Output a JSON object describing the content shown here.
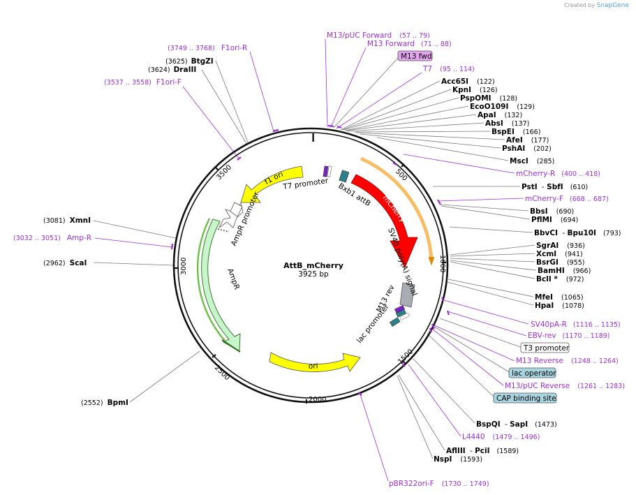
{
  "watermark": {
    "prefix": "Created by",
    "brand": "SnapGene"
  },
  "plasmid": {
    "name": "AttB_mCherry",
    "length_text": "3925 bp",
    "length": 3925
  },
  "ticks": [
    "500",
    "1000",
    "1500",
    "2000",
    "2500",
    "3000",
    "3500"
  ],
  "features": {
    "f1_ori": "f1 ori",
    "t7_promoter": "T7 promoter",
    "bxb1_attb": "Bxb1 attB",
    "mcherry": "mCherry",
    "sv40_polya": "SV40 poly(A) signal",
    "ampr_promoter": "AmpR promoter",
    "ampr": "AmpR",
    "ori": "ori",
    "m13_rev": "M13 rev",
    "lac_promoter": "lac promoter"
  },
  "sites": {
    "btgzi": {
      "name": "BtgZI",
      "pos": "(3625)"
    },
    "draiii": {
      "name": "DraIII",
      "pos": "(3624)"
    },
    "acc65i": {
      "name": "Acc65I",
      "pos": "(122)"
    },
    "kpni": {
      "name": "KpnI",
      "pos": "(126)"
    },
    "pspomi": {
      "name": "PspOMI",
      "pos": "(128)"
    },
    "eco0109i": {
      "name": "EcoO109I",
      "pos": "(129)"
    },
    "apai": {
      "name": "ApaI",
      "pos": "(132)"
    },
    "absi": {
      "name": "AbsI",
      "pos": "(137)"
    },
    "bspei": {
      "name": "BspEI",
      "pos": "(166)"
    },
    "afei": {
      "name": "AfeI",
      "pos": "(177)"
    },
    "pshai": {
      "name": "PshAI",
      "pos": "(202)"
    },
    "msci": {
      "name": "MscI",
      "pos": "(285)"
    },
    "psti": {
      "name": "PstI",
      "sep": " - ",
      "name2": "SbfI",
      "pos": "(610)"
    },
    "bbsi": {
      "name": "BbsI",
      "pos": "(690)"
    },
    "pflmi": {
      "name": "PflMI",
      "pos": "(694)"
    },
    "bbvci": {
      "name": "BbvCI",
      "sep": " - ",
      "name2": "Bpu10I",
      "pos": "(793)"
    },
    "sgrai": {
      "name": "SgrAI",
      "pos": "(936)"
    },
    "xcmi": {
      "name": "XcmI",
      "pos": "(941)"
    },
    "bsrgi": {
      "name": "BsrGI",
      "pos": "(955)"
    },
    "bamhi": {
      "name": "BamHI",
      "pos": "(966)"
    },
    "bcli": {
      "name": "BclI *",
      "pos": "(972)"
    },
    "mfei": {
      "name": "MfeI",
      "pos": "(1065)"
    },
    "hpai": {
      "name": "HpaI",
      "pos": "(1078)"
    },
    "bspqi": {
      "name": "BspQI",
      "sep": " - ",
      "name2": "SapI",
      "pos": "(1473)"
    },
    "afliii": {
      "name": "AflIII",
      "sep": " - ",
      "name2": "PciI",
      "pos": "(1589)"
    },
    "nspi": {
      "name": "NspI",
      "pos": "(1593)"
    },
    "bpmi": {
      "name": "BpmI",
      "pos": "(2552)"
    },
    "scai": {
      "name": "ScaI",
      "pos": "(2962)"
    },
    "xmni": {
      "name": "XmnI",
      "pos": "(3081)"
    }
  },
  "primers": {
    "f1ori_r": {
      "name": "F1ori-R",
      "pos": "(3749 .. 3768)"
    },
    "f1ori_f": {
      "name": "F1ori-F",
      "pos": "(3537 .. 3558)"
    },
    "m13puc_fwd": {
      "name": "M13/pUC Forward",
      "pos": "(57 .. 79)"
    },
    "m13_fwd": {
      "name": "M13 Forward",
      "pos": "(71 .. 88)"
    },
    "t7": {
      "name": "T7",
      "pos": "(95 .. 114)"
    },
    "mcherry_r": {
      "name": "mCherry-R",
      "pos": "(400 .. 418)"
    },
    "mcherry_f": {
      "name": "mCherry-F",
      "pos": "(668 .. 687)"
    },
    "sv40pa_r": {
      "name": "SV40pA-R",
      "pos": "(1116 .. 1135)"
    },
    "ebv_rev": {
      "name": "EBV-rev",
      "pos": "(1170 .. 1189)"
    },
    "m13_reverse": {
      "name": "M13 Reverse",
      "pos": "(1248 .. 1264)"
    },
    "m13puc_rev": {
      "name": "M13/pUC Reverse",
      "pos": "(1261 .. 1283)"
    },
    "l4440": {
      "name": "L4440",
      "pos": "(1479 .. 1496)"
    },
    "pbr322ori_f": {
      "name": "pBR322ori-F",
      "pos": "(1730 .. 1749)"
    },
    "amp_r": {
      "name": "Amp-R",
      "pos": "(3032 .. 3051)"
    }
  },
  "boxed": {
    "m13_fwd": "M13 fwd",
    "t3_promoter": "T3 promoter",
    "lac_operator": "lac operator",
    "cap_site": "CAP binding site"
  },
  "colors": {
    "enzyme_text": "#000000",
    "primer": "#9b2fd6",
    "backbone": "#111111",
    "f1_ori": "#ffff00",
    "mcherry": "#ff0000",
    "sv40": "#a9adb3",
    "ampr": "#c8f5cb",
    "ori": "#ffff00",
    "bxb1": "#2e7f8c",
    "lac_operator_fill": "#a9d5e0",
    "cap_fill": "#a9d5e0",
    "m13fwd_fill": "#e3a4ee"
  }
}
